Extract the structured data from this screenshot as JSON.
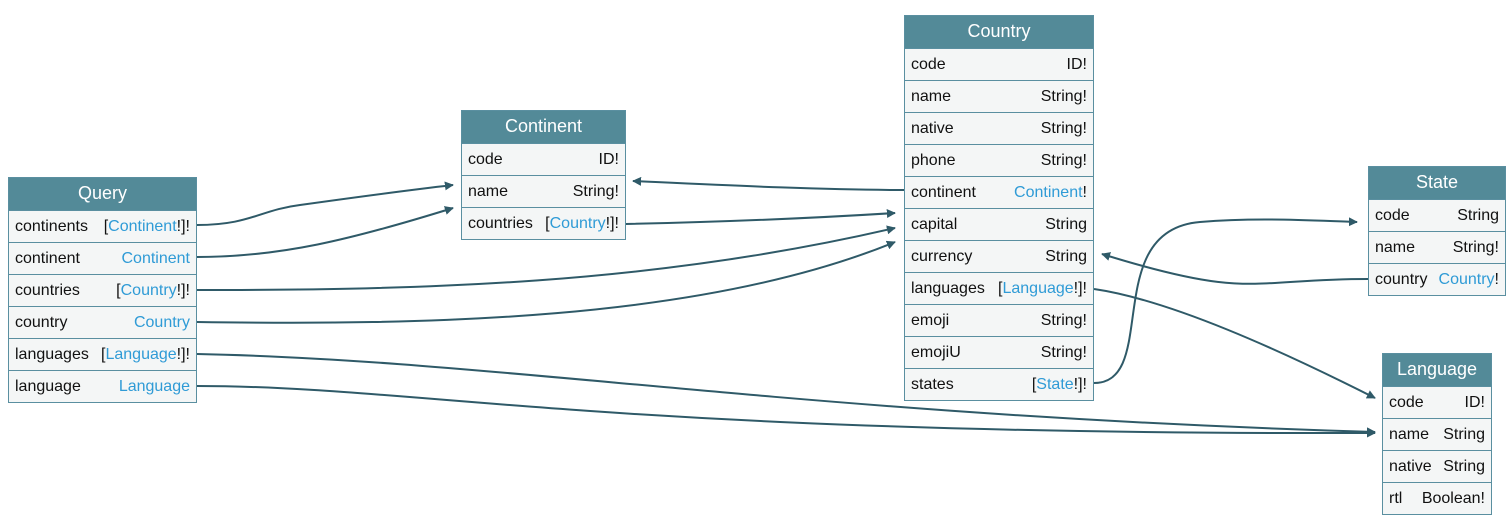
{
  "nodes": [
    {
      "id": "query",
      "title": "Query",
      "fields": [
        {
          "name": "continents",
          "type": {
            "pre": "[",
            "tn": "Continent",
            "post": "!]!",
            "link": true
          }
        },
        {
          "name": "continent",
          "type": {
            "pre": "",
            "tn": "Continent",
            "post": "",
            "link": true
          }
        },
        {
          "name": "countries",
          "type": {
            "pre": "[",
            "tn": "Country",
            "post": "!]!",
            "link": true
          }
        },
        {
          "name": "country",
          "type": {
            "pre": "",
            "tn": "Country",
            "post": "",
            "link": true
          }
        },
        {
          "name": "languages",
          "type": {
            "pre": "[",
            "tn": "Language",
            "post": "!]!",
            "link": true
          }
        },
        {
          "name": "language",
          "type": {
            "pre": "",
            "tn": "Language",
            "post": "",
            "link": true
          }
        }
      ]
    },
    {
      "id": "continent",
      "title": "Continent",
      "fields": [
        {
          "name": "code",
          "type": {
            "pre": "ID!",
            "tn": "",
            "post": "",
            "link": false
          }
        },
        {
          "name": "name",
          "type": {
            "pre": "String!",
            "tn": "",
            "post": "",
            "link": false
          }
        },
        {
          "name": "countries",
          "type": {
            "pre": "[",
            "tn": "Country",
            "post": "!]!",
            "link": true
          }
        }
      ]
    },
    {
      "id": "country",
      "title": "Country",
      "fields": [
        {
          "name": "code",
          "type": {
            "pre": "ID!",
            "tn": "",
            "post": "",
            "link": false
          }
        },
        {
          "name": "name",
          "type": {
            "pre": "String!",
            "tn": "",
            "post": "",
            "link": false
          }
        },
        {
          "name": "native",
          "type": {
            "pre": "String!",
            "tn": "",
            "post": "",
            "link": false
          }
        },
        {
          "name": "phone",
          "type": {
            "pre": "String!",
            "tn": "",
            "post": "",
            "link": false
          }
        },
        {
          "name": "continent",
          "type": {
            "pre": "",
            "tn": "Continent",
            "post": "!",
            "link": true
          }
        },
        {
          "name": "capital",
          "type": {
            "pre": "String",
            "tn": "",
            "post": "",
            "link": false
          }
        },
        {
          "name": "currency",
          "type": {
            "pre": "String",
            "tn": "",
            "post": "",
            "link": false
          }
        },
        {
          "name": "languages",
          "type": {
            "pre": "[",
            "tn": "Language",
            "post": "!]!",
            "link": true
          }
        },
        {
          "name": "emoji",
          "type": {
            "pre": "String!",
            "tn": "",
            "post": "",
            "link": false
          }
        },
        {
          "name": "emojiU",
          "type": {
            "pre": "String!",
            "tn": "",
            "post": "",
            "link": false
          }
        },
        {
          "name": "states",
          "type": {
            "pre": "[",
            "tn": "State",
            "post": "!]!",
            "link": true
          }
        }
      ]
    },
    {
      "id": "state",
      "title": "State",
      "fields": [
        {
          "name": "code",
          "type": {
            "pre": "String",
            "tn": "",
            "post": "",
            "link": false
          }
        },
        {
          "name": "name",
          "type": {
            "pre": "String!",
            "tn": "",
            "post": "",
            "link": false
          }
        },
        {
          "name": "country",
          "type": {
            "pre": "",
            "tn": "Country",
            "post": "!",
            "link": true
          }
        }
      ]
    },
    {
      "id": "language",
      "title": "Language",
      "fields": [
        {
          "name": "code",
          "type": {
            "pre": "ID!",
            "tn": "",
            "post": "",
            "link": false
          }
        },
        {
          "name": "name",
          "type": {
            "pre": "String",
            "tn": "",
            "post": "",
            "link": false
          }
        },
        {
          "name": "native",
          "type": {
            "pre": "String",
            "tn": "",
            "post": "",
            "link": false
          }
        },
        {
          "name": "rtl",
          "type": {
            "pre": "Boolean!",
            "tn": "",
            "post": "",
            "link": false
          }
        }
      ]
    }
  ],
  "edges": [
    {
      "from": "query.continents",
      "to": "continent"
    },
    {
      "from": "query.continent",
      "to": "continent"
    },
    {
      "from": "query.countries",
      "to": "country"
    },
    {
      "from": "query.country",
      "to": "country"
    },
    {
      "from": "query.languages",
      "to": "language"
    },
    {
      "from": "query.language",
      "to": "language"
    },
    {
      "from": "continent.countries",
      "to": "country"
    },
    {
      "from": "country.continent",
      "to": "continent"
    },
    {
      "from": "country.languages",
      "to": "language"
    },
    {
      "from": "country.states",
      "to": "state"
    },
    {
      "from": "state.country",
      "to": "country"
    }
  ],
  "colors": {
    "header": "#538a98",
    "border": "#5a8fa0",
    "body": "#f4f6f6",
    "link_type": "#2f9bd6",
    "edge": "#2f5a68"
  }
}
